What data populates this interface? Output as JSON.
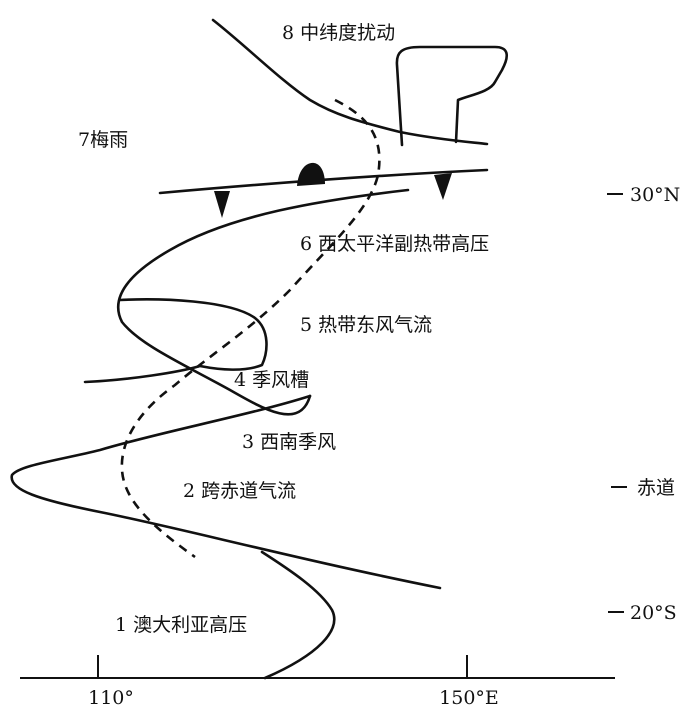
{
  "labels": {
    "mid_latitude": "8 中纬度扰动",
    "meiyu": "7梅雨",
    "subtropical_high": "6 西太平洋副热带高压",
    "easterly_flow": "5 热带东风气流",
    "monsoon_trough": "4 季风槽",
    "sw_monsoon": "3 西南季风",
    "cross_equatorial": "2 跨赤道气流",
    "australian_high": "1 澳大利亚高压"
  },
  "right_axis": {
    "lat30": "30°N",
    "equator": "赤道",
    "lat20s": "20°S"
  },
  "bottom_axis": {
    "lon110": "110°",
    "lon150": "150°E"
  },
  "colors": {
    "ink": "#111111",
    "background": "#ffffff"
  }
}
